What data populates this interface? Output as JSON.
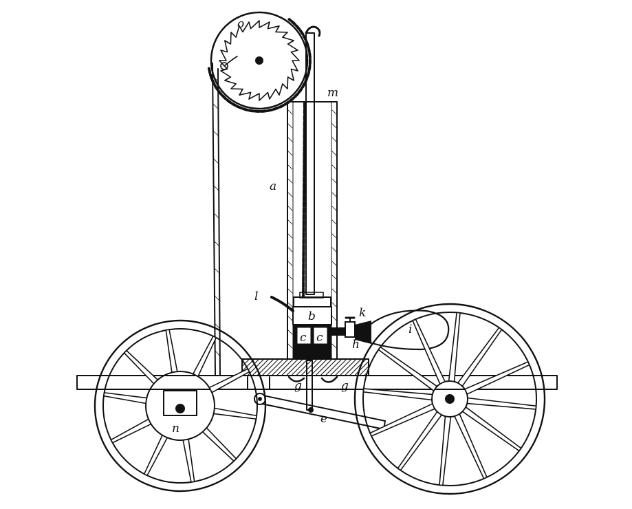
{
  "diagram": {
    "labels": {
      "o": "o",
      "m": "m",
      "a": "a",
      "l": "l",
      "b": "b",
      "k": "k",
      "i": "i",
      "c1": "c",
      "c2": "c",
      "h": "h",
      "g1": "g",
      "g2": "g",
      "e": "e",
      "n": "n"
    },
    "colors": {
      "ink": "#111111",
      "paper": "#ffffff"
    },
    "parts": [
      "ratchet-wheel",
      "chain",
      "rope",
      "cylinder",
      "piston-rod",
      "piston",
      "valve",
      "gas-bag",
      "frame-beam",
      "lever",
      "front-wheel",
      "rear-wheel",
      "axle-box"
    ]
  }
}
